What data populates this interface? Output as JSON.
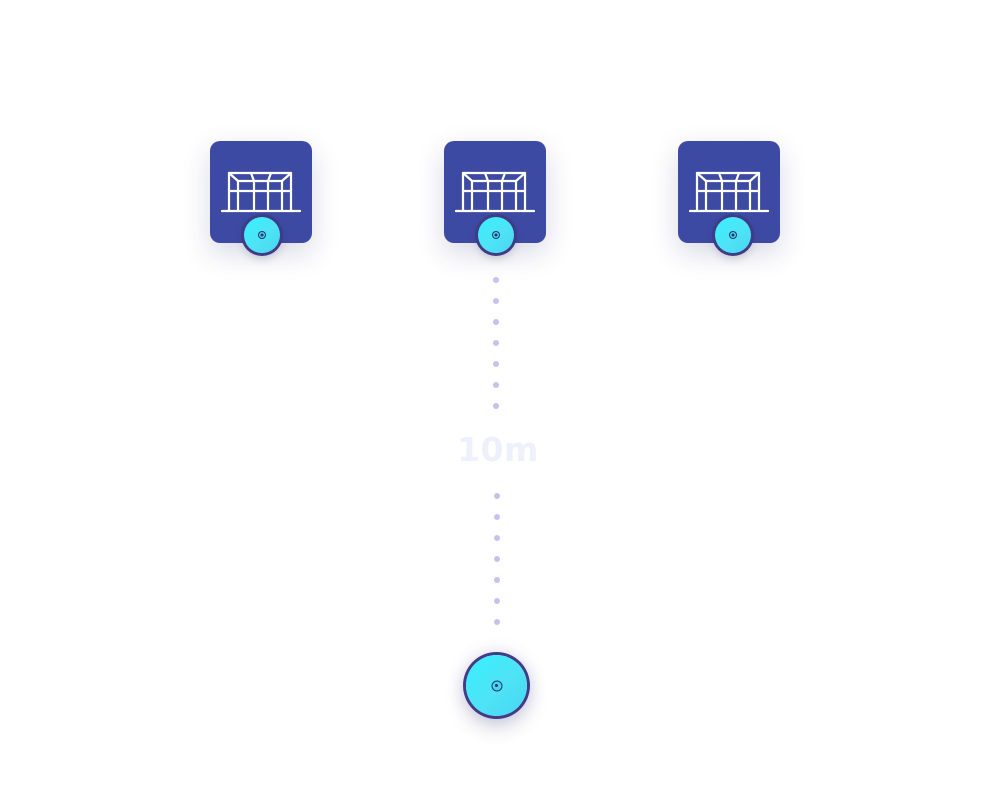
{
  "goals": [
    {
      "name": "goal-left"
    },
    {
      "name": "goal-center"
    },
    {
      "name": "goal-right"
    }
  ],
  "distance_label": "10m",
  "colors": {
    "goal_tile": "#3d4aa3",
    "goal_line": "#ffffff",
    "cone_fill": "#35f1ff",
    "cone_ring": "#3f3b85",
    "dot": "#c6c2ef",
    "distance_text": "#eef0fb"
  }
}
